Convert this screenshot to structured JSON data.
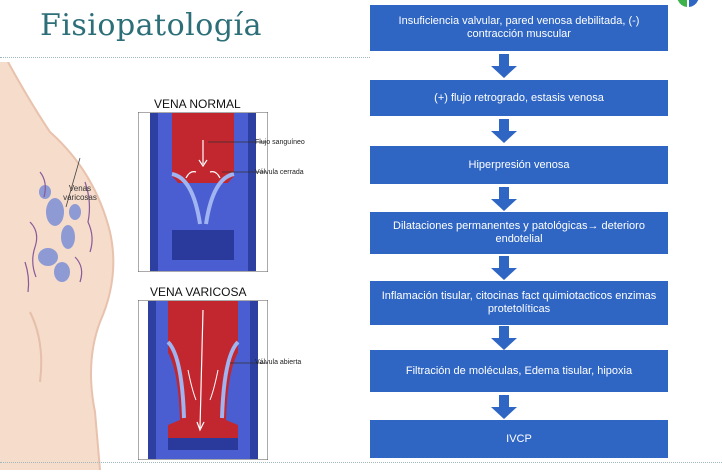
{
  "title": "Fisiopatología",
  "leg": {
    "label": "Venas varicosas"
  },
  "normal": {
    "heading": "VENA NORMAL",
    "callouts": [
      "Flujo sanguíneo",
      "Válvula cerrada"
    ]
  },
  "varicose": {
    "heading": "VENA VARICOSA",
    "callouts": [
      "Válvula abierta"
    ]
  },
  "flow": {
    "steps": [
      "Insuficiencia valvular, pared venosa debilitada, (-) contracción muscular",
      "(+) flujo retrogrado, estasis venosa",
      "Hiperpresión venosa",
      "Dilataciones permanentes y patológicas→ deterioro endotelial",
      "Inflamación tisular, citocinas fact quimiotacticos enzimas protetolíticas",
      "Filtración de moléculas, Edema tisular, hipoxia",
      "IVCP"
    ]
  },
  "colors": {
    "title": "#2d6f78",
    "box": "#2f66c4",
    "arrow": "#2f66c4",
    "vein_blue": "#2d3fa0",
    "blood_red": "#c2262e"
  }
}
